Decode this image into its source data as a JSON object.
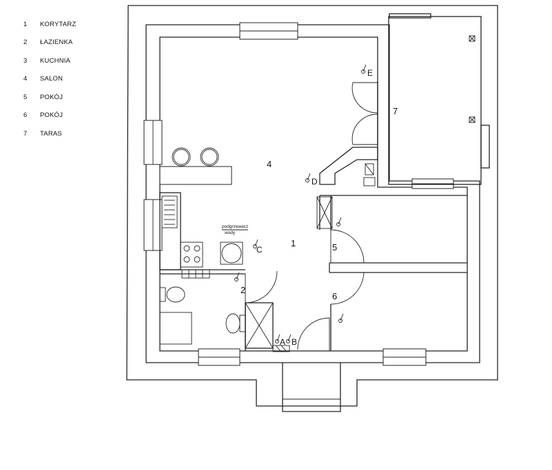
{
  "legend": [
    {
      "num": "1",
      "name": "KORYTARZ"
    },
    {
      "num": "2",
      "name": "ŁAZIENKA"
    },
    {
      "num": "3",
      "name": "KUCHNIA"
    },
    {
      "num": "4",
      "name": "SALON"
    },
    {
      "num": "5",
      "name": "POKÓJ"
    },
    {
      "num": "6",
      "name": "POKÓJ"
    },
    {
      "num": "7",
      "name": "TARAS"
    }
  ],
  "plan": {
    "room_labels": [
      "1",
      "2",
      "4",
      "5",
      "6",
      "7"
    ],
    "points": [
      "A",
      "B",
      "C",
      "D",
      "E"
    ],
    "heater_label_line1": "podgrzewacz",
    "heater_label_line2": "wody"
  }
}
